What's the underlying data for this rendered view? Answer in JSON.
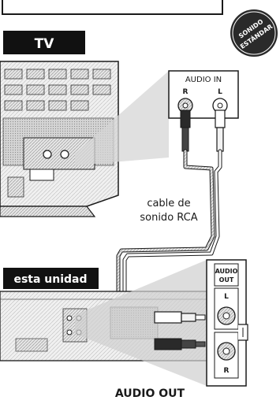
{
  "badge": {
    "line1": "SONIDO",
    "line2": "ESTÁNDAR"
  },
  "tv": {
    "label": "TV"
  },
  "tv_connector": {
    "title": "AUDIO IN",
    "right": "R",
    "left": "L"
  },
  "cable": {
    "line1": "cable de",
    "line2": "sonido RCA"
  },
  "unit": {
    "label": "esta unidad"
  },
  "unit_connector": {
    "title_line1": "AUDIO",
    "title_line2": "OUT",
    "left": "L",
    "right": "R"
  },
  "footer": {
    "caption": "AUDIO OUT"
  },
  "colors": {
    "ink": "#1a1a1a",
    "paper": "#ffffff",
    "shade": "#d9d9d9",
    "hatch": "#bdbdbd"
  },
  "icons": [
    "rca-plug-icon",
    "rca-jack-icon"
  ]
}
